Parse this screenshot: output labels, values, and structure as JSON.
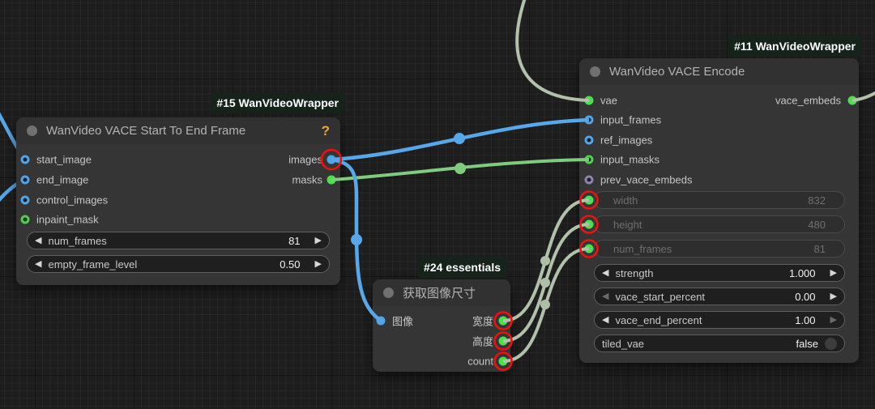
{
  "colors": {
    "wire_image_blue": "#57a8ea",
    "wire_mask_green": "#7fcc7f",
    "wire_int_sage": "#b2c1aa",
    "port_blue": "#4fa5e8",
    "port_green": "#4ce04c",
    "port_purple": "#8d84ab",
    "annotation_red": "#ee1111",
    "badge_background": "#15231a",
    "help_icon_color": "#eda73d"
  },
  "icons": {
    "arrow_left": "◀",
    "arrow_right": "▶"
  },
  "node15": {
    "badge": "#15 WanVideoWrapper",
    "title": "WanVideo VACE Start To End Frame",
    "help": "?",
    "inputs": [
      {
        "label": "start_image"
      },
      {
        "label": "end_image"
      },
      {
        "label": "control_images"
      },
      {
        "label": "inpaint_mask"
      }
    ],
    "outputs": [
      {
        "label": "images"
      },
      {
        "label": "masks"
      }
    ],
    "widgets": [
      {
        "label": "num_frames",
        "value": "81"
      },
      {
        "label": "empty_frame_level",
        "value": "0.50"
      }
    ]
  },
  "node24": {
    "badge": "#24 essentials",
    "title": "获取图像尺寸",
    "inputs": [
      {
        "label": "图像"
      }
    ],
    "outputs": [
      {
        "label": "宽度"
      },
      {
        "label": "高度"
      },
      {
        "label": "count"
      }
    ]
  },
  "node11": {
    "badge": "#11 WanVideoWrapper",
    "title": "WanVideo VACE Encode",
    "inputs": [
      {
        "label": "vae"
      },
      {
        "label": "input_frames"
      },
      {
        "label": "ref_images"
      },
      {
        "label": "input_masks"
      },
      {
        "label": "prev_vace_embeds"
      }
    ],
    "outputs": [
      {
        "label": "vace_embeds"
      }
    ],
    "input_widgets": [
      {
        "label": "width",
        "value": "832"
      },
      {
        "label": "height",
        "value": "480"
      },
      {
        "label": "num_frames",
        "value": "81"
      }
    ],
    "widgets": [
      {
        "label": "strength",
        "value": "1.000"
      },
      {
        "label": "vace_start_percent",
        "value": "0.00"
      },
      {
        "label": "vace_end_percent",
        "value": "1.00"
      }
    ],
    "toggle_widget": {
      "label": "tiled_vae",
      "value": "false"
    }
  }
}
